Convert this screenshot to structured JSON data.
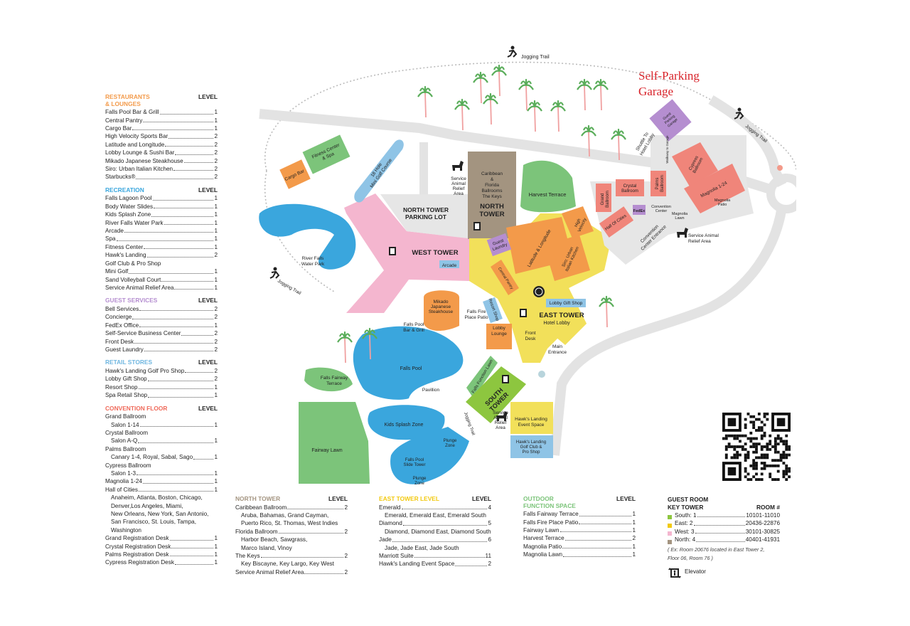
{
  "map_title_overlay": {
    "line1": "Self-Parking",
    "line2": "Garage"
  },
  "colors": {
    "restaurants": "#f39a4a",
    "recreation": "#3aa6dd",
    "guest_services": "#b58ed0",
    "retail": "#6fb6e0",
    "convention": "#ef6a5a",
    "north_tower": "#a39480",
    "east_tower": "#f2c90f",
    "outdoor": "#7cc47a",
    "west_tower": "#f4b6cf",
    "south_tower": "#8dc63f"
  },
  "legend_left": [
    {
      "title": "RESTAURANTS\n& LOUNGES",
      "level_label": "LEVEL",
      "color": "#f39a4a",
      "items": [
        {
          "name": "Falls Pool Bar & Grill",
          "level": "1"
        },
        {
          "name": "Central Pantry",
          "level": "1"
        },
        {
          "name": "Cargo Bar",
          "level": "1"
        },
        {
          "name": "High Velocity Sports Bar",
          "level": "2"
        },
        {
          "name": "Latitude and Longitude",
          "level": "2"
        },
        {
          "name": "Lobby Lounge & Sushi Bar",
          "level": "2"
        },
        {
          "name": "Mikado Japanese Steakhouse",
          "level": "2"
        },
        {
          "name": "Siro: Urban Italian Kitchen",
          "level": "2"
        },
        {
          "name": "Starbucks®",
          "level": "2"
        }
      ]
    },
    {
      "title": "RECREATION",
      "level_label": "LEVEL",
      "color": "#3aa6dd",
      "items": [
        {
          "name": "Falls Lagoon Pool",
          "level": "1"
        },
        {
          "name": "Body Water Slides",
          "level": "1"
        },
        {
          "name": "Kids Splash Zone",
          "level": "1"
        },
        {
          "name": "River Falls Water Park",
          "level": "1"
        },
        {
          "name": "Arcade",
          "level": "1"
        },
        {
          "name": "Spa",
          "level": "1"
        },
        {
          "name": "Fitness Center",
          "level": "1"
        },
        {
          "name": "Hawk's Landing",
          "level": "2"
        },
        {
          "name": "Golf Club & Pro Shop",
          "level": ""
        },
        {
          "name": "Mini Golf",
          "level": "1"
        },
        {
          "name": "Sand Volleyball Court",
          "level": "1"
        },
        {
          "name": "Service Animal Relief Area",
          "level": "1"
        }
      ]
    },
    {
      "title": "GUEST SERVICES",
      "level_label": "LEVEL",
      "color": "#b58ed0",
      "items": [
        {
          "name": "Bell Services",
          "level": "2"
        },
        {
          "name": "Concierge",
          "level": "2"
        },
        {
          "name": "FedEx Office",
          "level": "1"
        },
        {
          "name": "Self-Service Business Center",
          "level": "2"
        },
        {
          "name": "Front Desk",
          "level": "2"
        },
        {
          "name": "Guest Laundry",
          "level": "2"
        }
      ]
    },
    {
      "title": "RETAIL STORES",
      "level_label": "LEVEL",
      "color": "#6fb6e0",
      "items": [
        {
          "name": "Hawk's Landing Golf Pro Shop",
          "level": "2"
        },
        {
          "name": "Lobby Gift Shop",
          "level": "2"
        },
        {
          "name": "Resort Shop",
          "level": "1"
        },
        {
          "name": "Spa Retail Shop",
          "level": "1"
        }
      ]
    },
    {
      "title": "CONVENTION FLOOR",
      "level_label": "LEVEL",
      "color": "#ef6a5a",
      "items": [
        {
          "name": "Grand Ballroom",
          "level": ""
        },
        {
          "name": "Salon 1-14",
          "level": "1",
          "sub": true
        },
        {
          "name": "Crystal Ballroom",
          "level": ""
        },
        {
          "name": "Salon A-Q",
          "level": "1",
          "sub": true
        },
        {
          "name": "Palms Ballroom",
          "level": ""
        },
        {
          "name": "Canary 1-4, Royal, Sabal, Sago",
          "level": "1",
          "sub": true
        },
        {
          "name": "Cypress Ballroom",
          "level": ""
        },
        {
          "name": "Salon 1-3",
          "level": "1",
          "sub": true
        },
        {
          "name": "Magnolia 1-24",
          "level": "1"
        },
        {
          "name": "Hall of Cities",
          "level": "1"
        },
        {
          "name": "Anaheim, Atlanta, Boston, Chicago,",
          "level": "",
          "plain": true
        },
        {
          "name": "Denver,Los Angeles, Miami,",
          "level": "",
          "plain": true
        },
        {
          "name": "New Orleans, New York, San Antonio,",
          "level": "",
          "plain": true
        },
        {
          "name": "San Francisco, St. Louis, Tampa,",
          "level": "",
          "plain": true
        },
        {
          "name": "Washington",
          "level": "",
          "plain": true
        },
        {
          "name": "Grand Registration Desk",
          "level": "1"
        },
        {
          "name": "Crystal Registration Desk",
          "level": "1"
        },
        {
          "name": "Palms Registration Desk",
          "level": "1"
        },
        {
          "name": "Cypress Registration Desk",
          "level": "1"
        }
      ]
    }
  ],
  "legend_bottom": [
    {
      "title": "NORTH TOWER",
      "level_label": "LEVEL",
      "color": "#a39480",
      "items": [
        {
          "name": "Caribbean Ballroom",
          "level": "2"
        },
        {
          "name": "Aruba, Bahamas, Grand Cayman,",
          "level": "",
          "plain": true
        },
        {
          "name": "Puerto Rico, St. Thomas, West Indies",
          "level": "",
          "plain": true
        },
        {
          "name": "Florida Ballroom",
          "level": "2"
        },
        {
          "name": "Harbor Beach, Sawgrass,",
          "level": "",
          "plain": true
        },
        {
          "name": "Marco Island, Vinoy",
          "level": "",
          "plain": true
        },
        {
          "name": "The Keys",
          "level": "2"
        },
        {
          "name": "Key Biscayne, Key Largo, Key West",
          "level": "",
          "plain": true
        },
        {
          "name": "Service Animal Relief Area",
          "level": "2"
        }
      ]
    },
    {
      "title": "EAST TOWER LEVEL",
      "level_label": "LEVEL",
      "color": "#f2c90f",
      "items": [
        {
          "name": "Emerald",
          "level": "4"
        },
        {
          "name": "Emerald, Emerald East, Emerald South",
          "level": "",
          "plain": true
        },
        {
          "name": "Diamond",
          "level": "5"
        },
        {
          "name": "Diamond, Diamond East, Diamond South",
          "level": "",
          "plain": true
        },
        {
          "name": "Jade",
          "level": "6"
        },
        {
          "name": "Jade, Jade East, Jade South",
          "level": "",
          "plain": true
        },
        {
          "name": "Marriott Suite",
          "level": "11"
        },
        {
          "name": "Hawk's Landing Event Space",
          "level": "2"
        }
      ]
    },
    {
      "title": "OUTDOOR\nFUNCTION SPACE",
      "level_label": "LEVEL",
      "color": "#7cc47a",
      "items": [
        {
          "name": "Falls Fairway Terrace",
          "level": "1"
        },
        {
          "name": "Falls Fire Place Patio",
          "level": "1"
        },
        {
          "name": "Fairway Lawn",
          "level": "1"
        },
        {
          "name": "Harvest Terrace",
          "level": "2"
        },
        {
          "name": "Magnolia Patio",
          "level": "1"
        },
        {
          "name": "Magnolia Lawn",
          "level": "1"
        }
      ]
    }
  ],
  "guest_room": {
    "title_line1": "GUEST ROOM",
    "title_line2": "KEY TOWER",
    "room_label": "ROOM #",
    "rows": [
      {
        "tower": "South: 1",
        "rooms": "10101-11010",
        "color": "#8dc63f"
      },
      {
        "tower": "East: 2",
        "rooms": "20436-22876",
        "color": "#f2c90f"
      },
      {
        "tower": "West: 3",
        "rooms": "30101-30825",
        "color": "#f4b6cf"
      },
      {
        "tower": "North: 4",
        "rooms": "40401-41931",
        "color": "#a39480"
      }
    ],
    "note": "( Ex: Room 20676 located in East Tower 2,\nFloor 06, Room 76 )",
    "elevator_label": "Elevator"
  },
  "map_labels": {
    "jogging_trail": "Jogging Trail",
    "north_tower_parking": "NORTH TOWER\nPARKING LOT",
    "north_tower": "NORTH\nTOWER",
    "caribbean": "Caribbean\n&\nFlorida\nBallrooms\nThe Keys",
    "west_tower": "WEST TOWER",
    "east_tower": "EAST TOWER",
    "hotel_lobby": "Hotel Lobby",
    "south_tower": "SOUTH\nTOWER",
    "harvest_terrace": "Harvest Terrace",
    "arcade": "Arcade",
    "cargo_bar": "Cargo Bar",
    "fitness": "Fitness Center\n& Spa",
    "mini_golf": "18 Hole\nMini Golf Course",
    "service_animal": "Service\nAnimal\nRelief\nArea",
    "service_animal_east": "Service Animal\nRelief Area",
    "river_falls": "River Falls\nWater Park",
    "mikado": "Mikado\nJapanese\nSteakhouse",
    "falls_fire": "Falls Fire\nPlace Patio",
    "falls_pool_bar": "Falls Pool\nBar & Grill",
    "falls_pool": "Falls Pool",
    "pavillion": "Pavillion",
    "kids_splash": "Kids Splash Zone",
    "fairway_lawn": "Fairway Lawn",
    "falls_fairway_terrace": "Falls Fairway\nTerrace",
    "slide_tower": "Falls Pool\nSlide Tower",
    "plunge_zone": "Plunge\nZone",
    "guest_laundry": "Guest\nLaundry",
    "central_pantry": "Central Pantry",
    "latitude": "Latitude & Longitude",
    "siro": "Siro: Urban\nItalian Kitchen",
    "high_velocity": "High\nVelocity",
    "lobby_gift": "Lobby Gift Shop",
    "resort_shop": "Resort Shop",
    "lobby_lounge": "Lobby\nLounge",
    "front_desk": "Front\nDesk",
    "main_entrance": "Main\nEntrance",
    "falls_function_lawn": "Falls Function Lawn",
    "hawks_event": "Hawk's Landing\nEvent Space",
    "hawks_golf": "Hawk's Landing\nGolf Club &\nPro Shop",
    "grand_ballroom": "Grand\nBallroom",
    "crystal_ballroom": "Crystal\nBallroom",
    "palms_ballroom": "Palms\nBallroom",
    "cypress_ballroom": "Cypress\nBallroom",
    "magnolia": "Magnolia 1-24",
    "hall_of_cities": "Hall Of Cities",
    "fedex": "FedEx",
    "convention_center": "Convention\nCenter",
    "convention_entrance": "Convention\nCenter Entrance",
    "magnolia_lawn": "Magnolia\nLawn",
    "magnolia_patio": "Magnolia\nPatio",
    "shuttle": "Shuttle To\nHotel Lobby",
    "walkway": "Walkway to Garage",
    "guest_parking": "Guest\nParking\nGarage"
  }
}
